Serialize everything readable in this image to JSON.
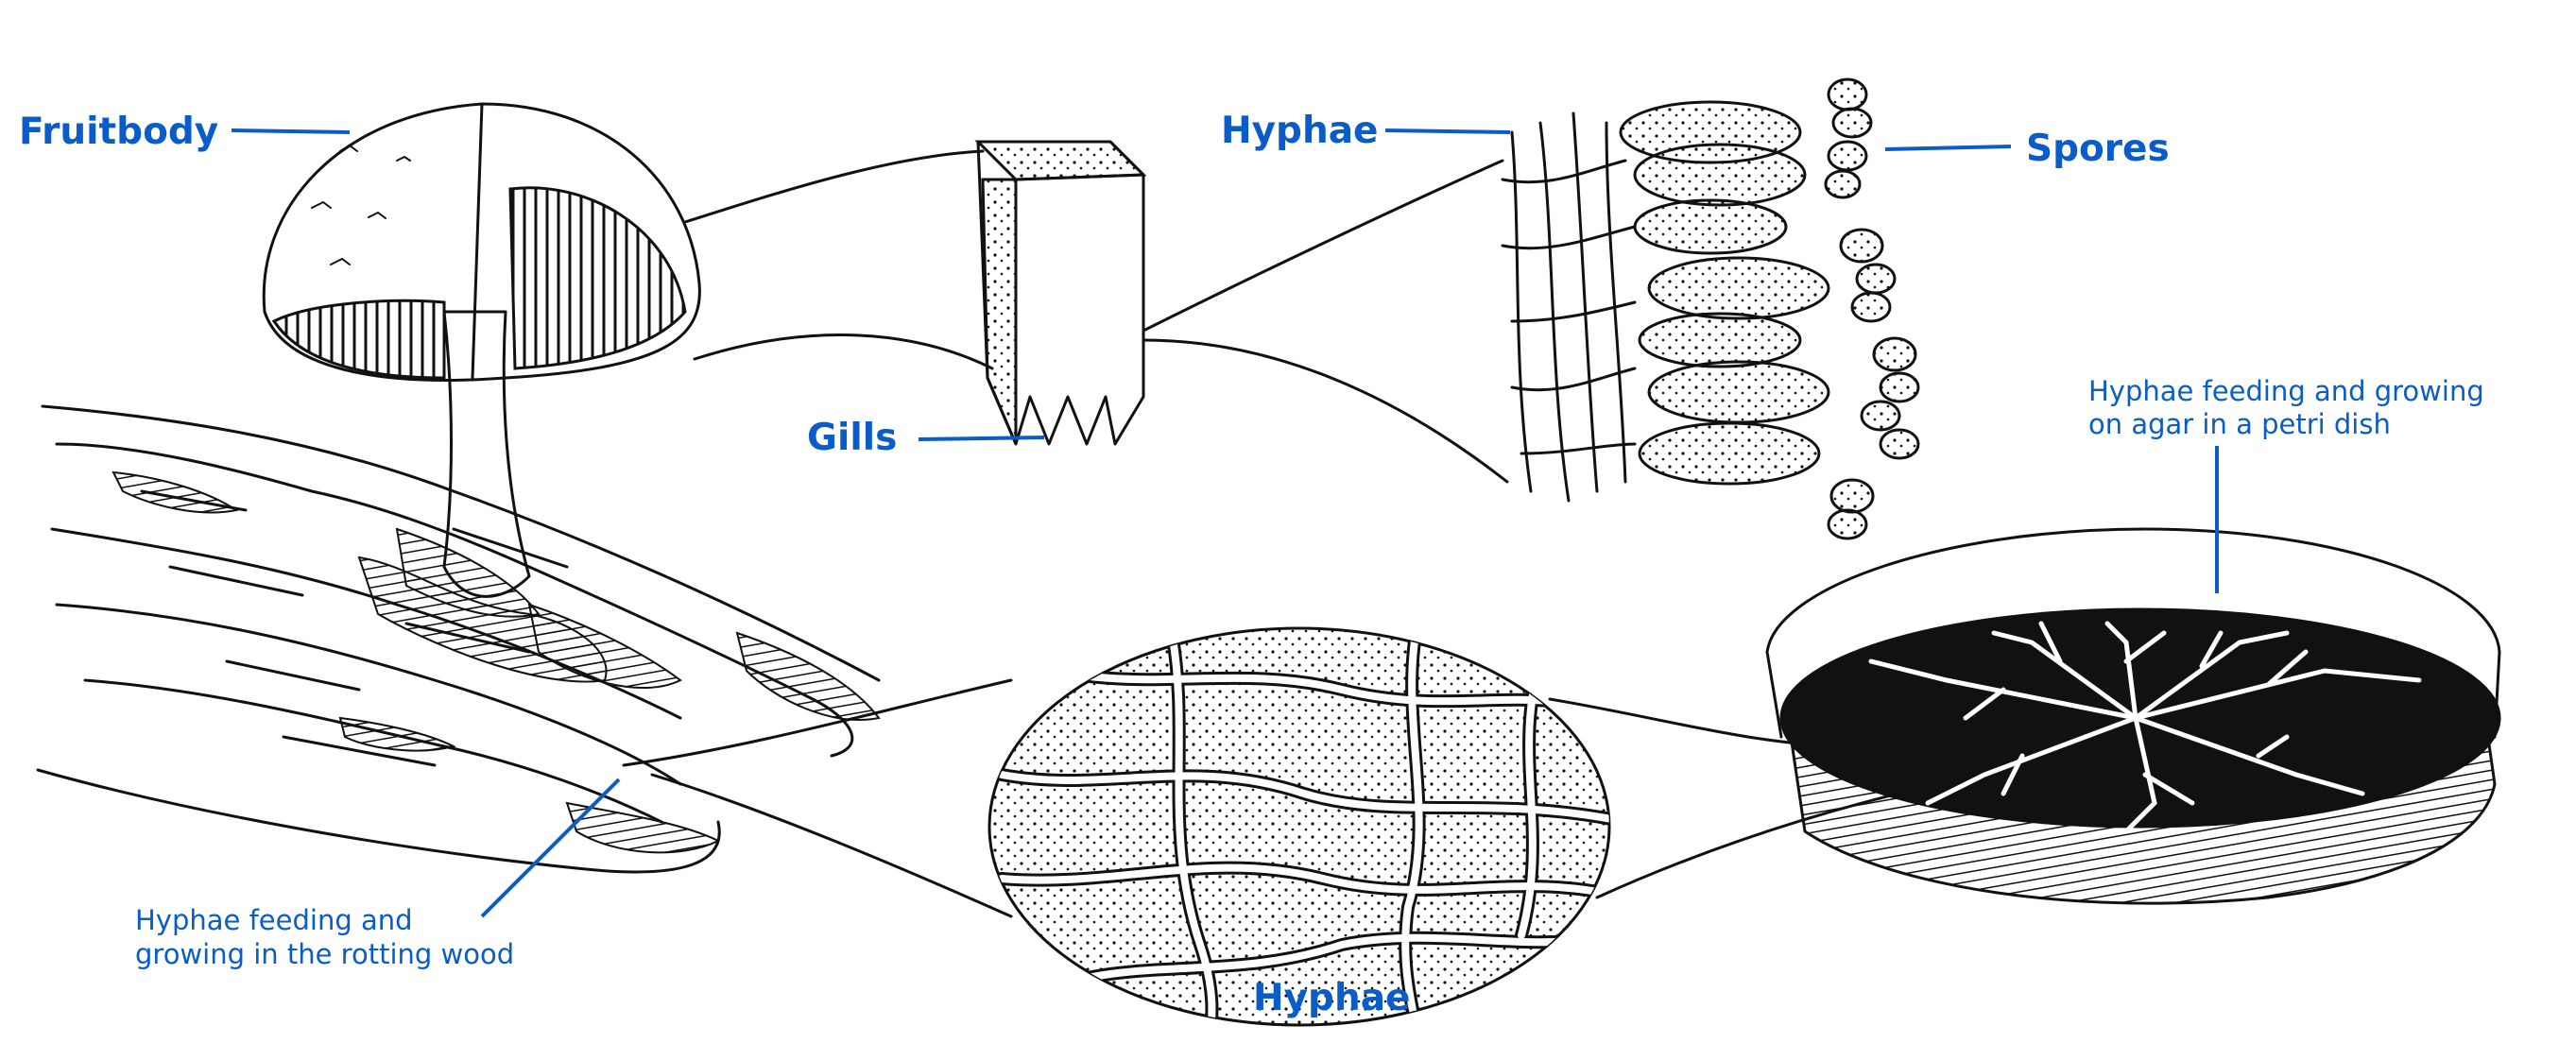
{
  "labels": {
    "fruitbody": "Fruitbody",
    "hyphae_top": "Hyphae",
    "spores": "Spores",
    "gills": "Gills",
    "petri_line1": "Hyphae feeding and growing",
    "petri_line2": "on agar in a petri dish",
    "wood_line1": "Hyphae feeding and",
    "wood_line2": "growing in the rotting wood",
    "hyphae_bottom": "Hyphae"
  },
  "colors": {
    "label": "#0a5cc9",
    "ink": "#111111",
    "background": "#ffffff"
  }
}
